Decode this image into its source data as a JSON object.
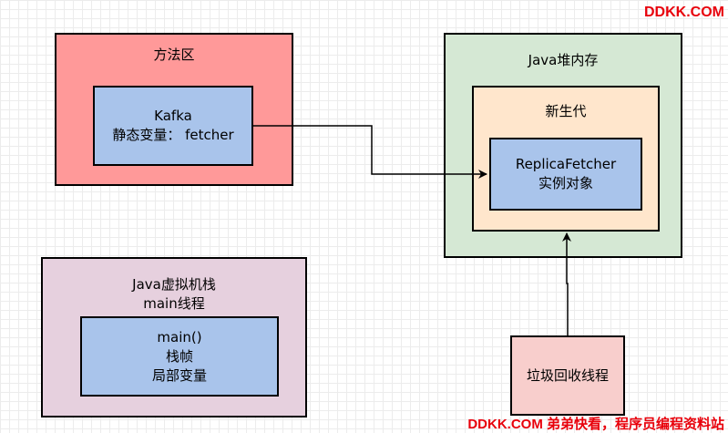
{
  "method_area": {
    "title": "方法区",
    "kafka_line1": "Kafka",
    "kafka_line2": "静态变量： fetcher"
  },
  "java_heap": {
    "title": "Java堆内存",
    "young_gen": "新生代",
    "object_line1": "ReplicaFetcher",
    "object_line2": "实例对象"
  },
  "java_stack": {
    "title_line1": "Java虚拟机栈",
    "title_line2": "main线程",
    "frame_line1": "main()",
    "frame_line2": "栈帧",
    "frame_line3": "局部变量"
  },
  "gc": {
    "label": "垃圾回收线程"
  },
  "watermark": {
    "top": "DDKK.COM",
    "bottom": "DDKK.COM 弟弟快看，程序员编程资料站"
  },
  "colors": {
    "method_area": "#ff9999",
    "heap": "#d5e8d4",
    "young_gen": "#ffe6cc",
    "inner_blue": "#a9c4eb",
    "stack": "#e6d0de",
    "gc": "#f8cecc",
    "watermark": "#e8000b"
  }
}
